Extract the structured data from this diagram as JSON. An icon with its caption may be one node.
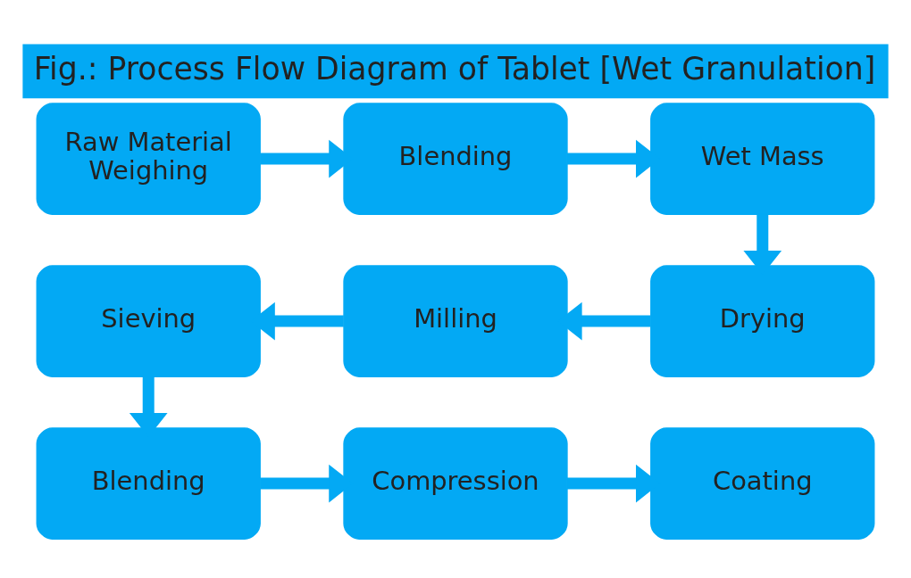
{
  "diagram": {
    "title": "Fig.: Process Flow Diagram of Tablet [Wet Granulation]",
    "nodes": [
      {
        "text": [
          "Raw Material Weighing"
        ]
      },
      {
        "text": [
          "Blending"
        ]
      },
      {
        "text": [
          "Wet Mass"
        ]
      },
      {
        "text": [
          "Drying"
        ]
      },
      {
        "text": [
          "Milling"
        ]
      },
      {
        "text": [
          "Sieving"
        ]
      },
      {
        "text": [
          "Blending"
        ]
      },
      {
        "text": [
          "Compression"
        ]
      },
      {
        "text": [
          "Coating"
        ]
      }
    ],
    "edges": [
      {
        "from": 0,
        "to": 1,
        "arrow": "to"
      },
      {
        "from": 1,
        "to": 2,
        "arrow": "to"
      },
      {
        "from": 2,
        "to": 3,
        "arrow": "to"
      },
      {
        "from": 3,
        "to": 4,
        "arrow": "to"
      },
      {
        "from": 4,
        "to": 5,
        "arrow": "to"
      },
      {
        "from": 5,
        "to": 6,
        "arrow": "to"
      },
      {
        "from": 6,
        "to": 7,
        "arrow": "to"
      },
      {
        "from": 7,
        "to": 8,
        "arrow": "to"
      }
    ]
  }
}
